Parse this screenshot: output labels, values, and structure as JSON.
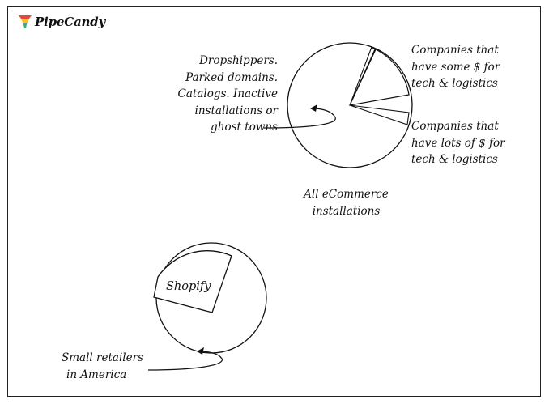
{
  "brand": {
    "name": "PipeCandy",
    "colors": {
      "funnel_red": "#e8453c",
      "funnel_yellow": "#f5c02b",
      "funnel_green": "#2fb36c"
    },
    "icon": "funnel-icon"
  },
  "top_diagram": {
    "caption": [
      "All eCommerce",
      "installations"
    ],
    "annotation_left": [
      "Dropshippers.",
      "Parked domains.",
      "Catalogs. Inactive",
      "installations or",
      "ghost towns"
    ],
    "annotation_top_right": [
      "Companies that",
      "have some $ for",
      "tech & logistics"
    ],
    "annotation_bottom_right": [
      "Companies that",
      "have lots of $ for",
      "tech & logistics"
    ]
  },
  "bottom_diagram": {
    "inner_label": "Shopify",
    "annotation": [
      "Small retailers",
      "in America"
    ]
  }
}
